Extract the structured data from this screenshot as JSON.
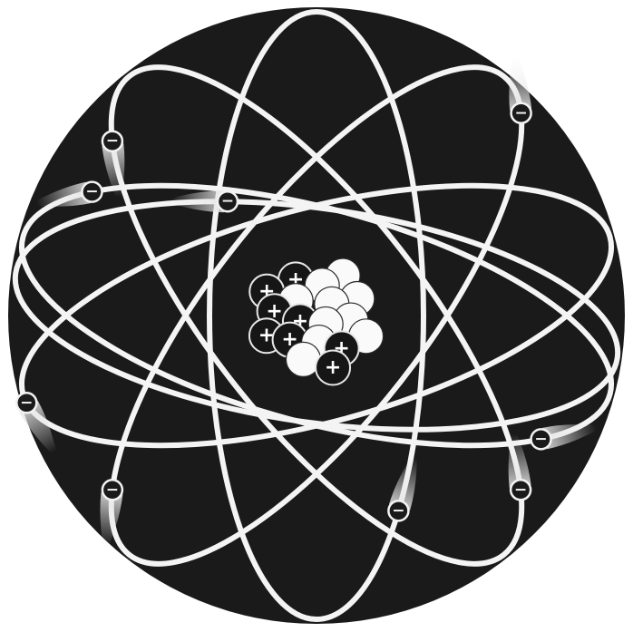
{
  "background_color": "#1a1a1a",
  "orbit_color": "#f4f4f4",
  "electron_sign": "−",
  "proton_sign": "+",
  "orbits": [
    {
      "rotation_deg": 15
    },
    {
      "rotation_deg": -15
    },
    {
      "rotation_deg": 52
    },
    {
      "rotation_deg": -52
    },
    {
      "rotation_deg": 90
    },
    {
      "rotation_deg": 8
    }
  ],
  "electrons": [
    {
      "orbit": 0,
      "angle_deg": 35
    },
    {
      "orbit": 1,
      "angle_deg": 175
    },
    {
      "orbit": 2,
      "angle_deg": 150
    },
    {
      "orbit": 3,
      "angle_deg": 210
    },
    {
      "orbit": 4,
      "angle_deg": 310
    },
    {
      "orbit": 5,
      "angle_deg": 250
    },
    {
      "orbit": 0,
      "angle_deg": 215
    },
    {
      "orbit": 3,
      "angle_deg": 20
    },
    {
      "orbit": 2,
      "angle_deg": 330
    }
  ],
  "nucleus": {
    "protons": 8,
    "neutrons": 10
  }
}
